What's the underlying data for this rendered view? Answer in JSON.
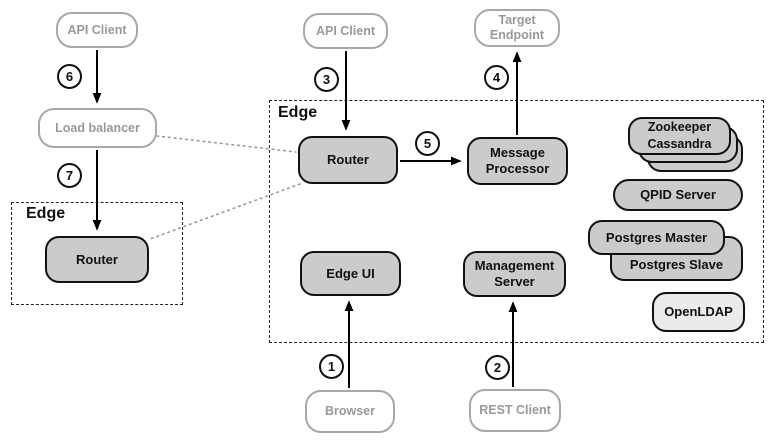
{
  "groups": {
    "edge_left": {
      "label": "Edge"
    },
    "edge_main": {
      "label": "Edge"
    }
  },
  "nodes": {
    "api_client_left": {
      "label": "API Client"
    },
    "load_balancer": {
      "label": "Load balancer"
    },
    "router_left": {
      "label": "Router"
    },
    "api_client_mid": {
      "label": "API Client"
    },
    "target_endpoint": {
      "line1": "Target",
      "line2": "Endpoint"
    },
    "router_main": {
      "label": "Router"
    },
    "message_processor": {
      "line1": "Message",
      "line2": "Processor"
    },
    "edge_ui": {
      "label": "Edge UI"
    },
    "management_server": {
      "line1": "Management",
      "line2": "Server"
    },
    "browser": {
      "label": "Browser"
    },
    "rest_client": {
      "label": "REST Client"
    },
    "zookeeper_cassandra": {
      "line1": "Zookeeper",
      "line2": "Cassandra"
    },
    "qpid_server": {
      "label": "QPID Server"
    },
    "postgres_master": {
      "label": "Postgres Master"
    },
    "postgres_slave": {
      "label": "Postgres Slave"
    },
    "openldap": {
      "label": "OpenLDAP"
    }
  },
  "steps": {
    "s1": "1",
    "s2": "2",
    "s3": "3",
    "s4": "4",
    "s5": "5",
    "s6": "6",
    "s7": "7"
  },
  "colors": {
    "node_fill": "#cbcbcb",
    "node_fill_light": "#ebebeb",
    "node_border": "#111111",
    "client_border": "#a8a8a8",
    "client_text": "#999999",
    "arrow": "#000000",
    "dotted_link": "#999999",
    "group_border": "#222222",
    "background": "#ffffff"
  }
}
